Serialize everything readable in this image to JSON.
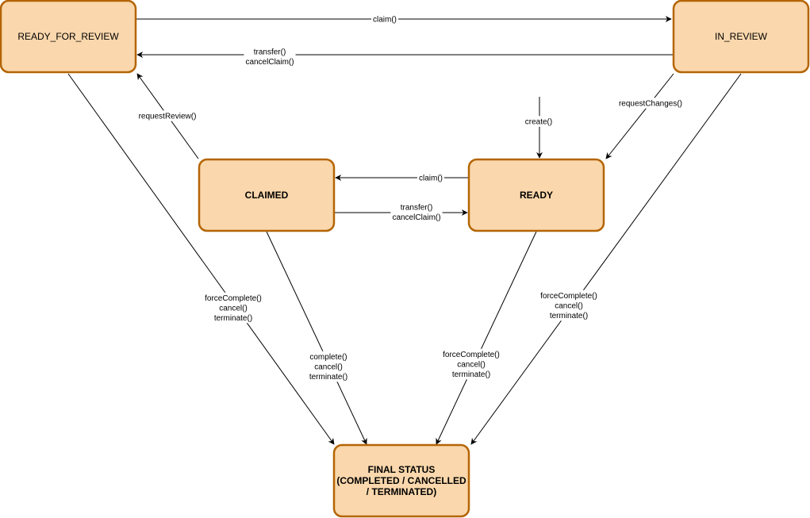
{
  "colors": {
    "state_fill": "#fad7ac",
    "state_stroke": "#b46504",
    "edge": "#000000"
  },
  "states": {
    "ready_for_review": {
      "label": "READY_FOR_REVIEW"
    },
    "in_review": {
      "label": "IN_REVIEW"
    },
    "claimed": {
      "label": "CLAIMED"
    },
    "ready": {
      "label": "READY"
    },
    "final": {
      "lines": [
        "FINAL STATUS",
        "(COMPLETED / CANCELLED",
        "/ TERMINATED)"
      ]
    }
  },
  "transitions": {
    "rfr_to_ir": {
      "lines": [
        "claim()"
      ]
    },
    "ir_to_rfr": {
      "lines": [
        "transfer()",
        "cancelClaim()"
      ]
    },
    "claimed_to_rfr": {
      "lines": [
        "requestReview()"
      ]
    },
    "ir_to_ready": {
      "lines": [
        "requestChanges()"
      ]
    },
    "create_to_ready": {
      "lines": [
        "create()"
      ]
    },
    "ready_to_claimed": {
      "lines": [
        "claim()"
      ]
    },
    "claimed_to_ready": {
      "lines": [
        "transfer()",
        "cancelClaim()"
      ]
    },
    "rfr_to_final": {
      "lines": [
        "forceComplete()",
        "cancel()",
        "terminate()"
      ]
    },
    "claimed_to_final": {
      "lines": [
        "complete()",
        "cancel()",
        "terminate()"
      ]
    },
    "ready_to_final": {
      "lines": [
        "forceComplete()",
        "cancel()",
        "terminate()"
      ]
    },
    "ir_to_final": {
      "lines": [
        "forceComplete()",
        "cancel()",
        "terminate()"
      ]
    }
  }
}
